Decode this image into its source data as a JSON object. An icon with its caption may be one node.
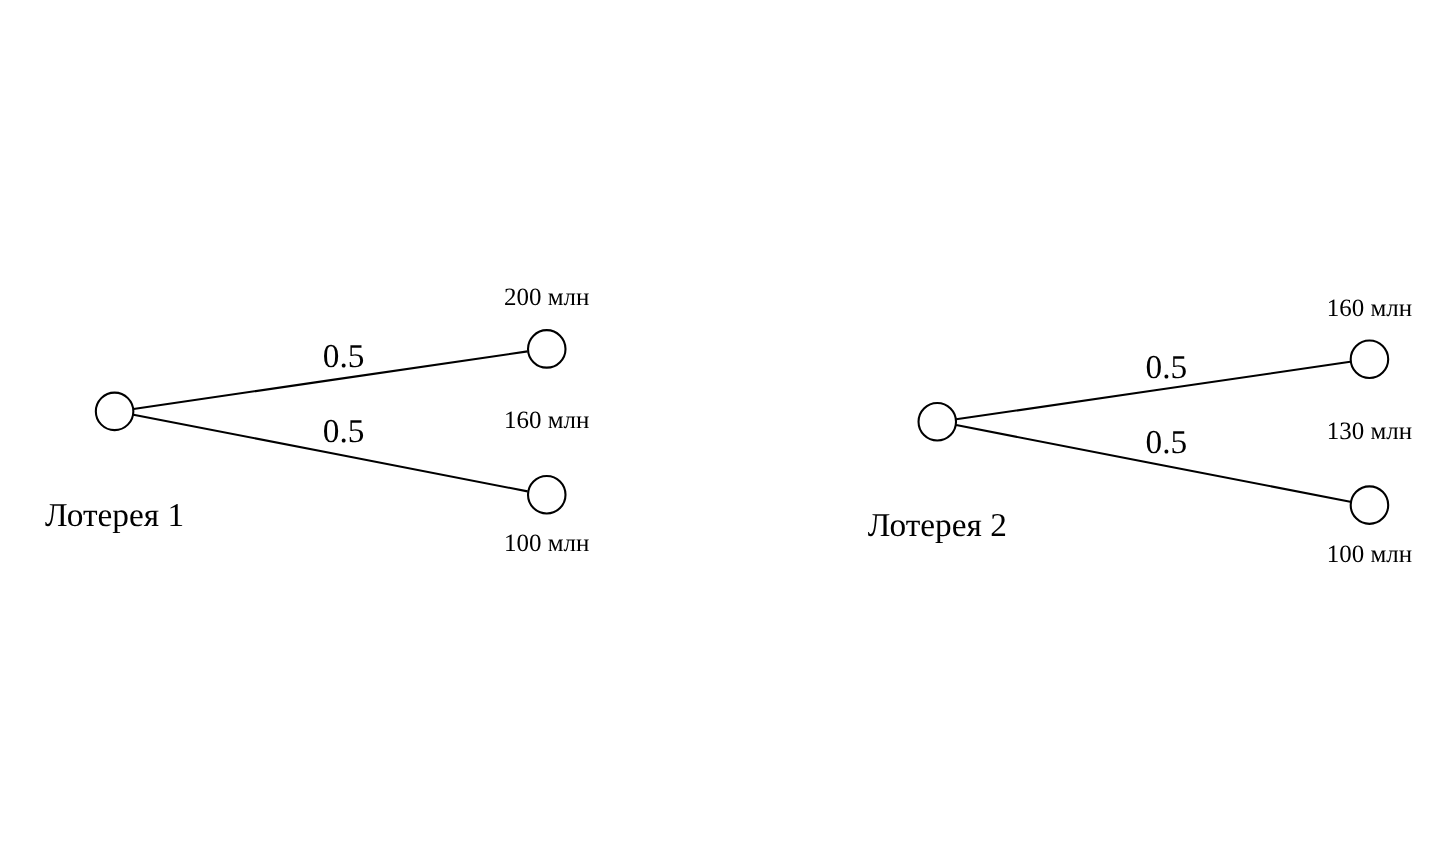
{
  "diagram": {
    "nodes": [
      {
        "text": [],
        "shape": "circle"
      },
      {
        "text": [],
        "shape": "circle",
        "beside": [
          "200 млн"
        ]
      },
      {
        "text": [],
        "shape": "circle",
        "beside": [
          "100 млн"
        ]
      },
      {
        "text": [],
        "shape": "circle"
      },
      {
        "text": [],
        "shape": "circle",
        "beside": [
          "160 млн"
        ]
      },
      {
        "text": [],
        "shape": "circle",
        "beside": [
          "100 млн"
        ]
      }
    ],
    "edges": [
      {
        "from": 0,
        "to": 1,
        "arrow": "none",
        "label": "0.5"
      },
      {
        "from": 0,
        "to": 2,
        "arrow": "none",
        "label": "0.5"
      },
      {
        "from": 3,
        "to": 4,
        "arrow": "none",
        "label": "0.5"
      },
      {
        "from": 3,
        "to": 5,
        "arrow": "none",
        "label": "0.5"
      }
    ],
    "labels": [
      "160 млн",
      "130 млн",
      "Лотерея 1",
      "Лотерея 2"
    ]
  }
}
